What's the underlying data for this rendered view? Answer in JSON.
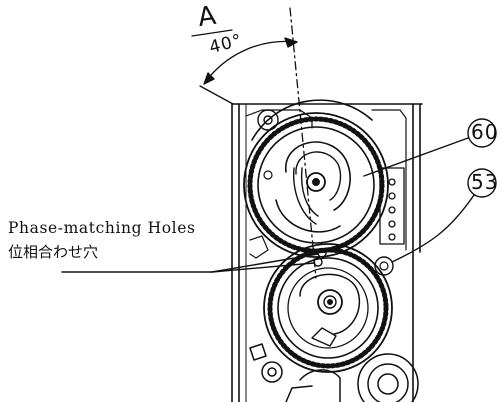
{
  "view": {
    "letter": "A",
    "angle": "40°"
  },
  "callouts": {
    "gear_top": "60",
    "gear_bottom": "53"
  },
  "label": {
    "english": "Phase-matching Holes",
    "japanese": "位相合わせ穴"
  },
  "colors": {
    "ink": "#111111",
    "background": "#ffffff"
  }
}
